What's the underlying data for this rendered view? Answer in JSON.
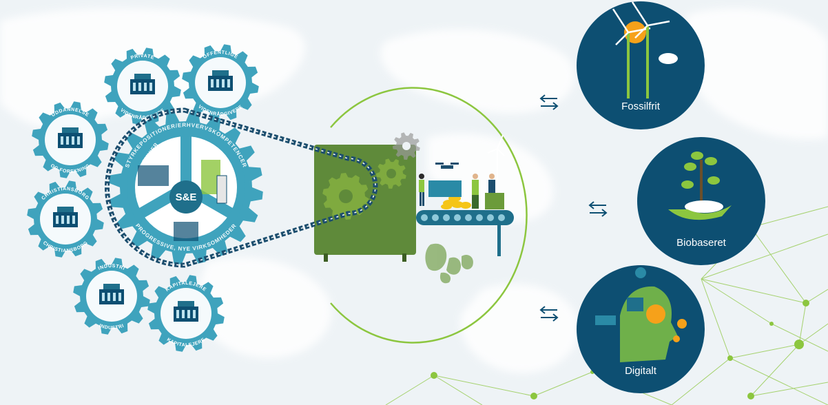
{
  "hub": {
    "label": "S&E"
  },
  "big_gear": {
    "left_label": "SMV'ER",
    "right_label": "STYRKEPOSITIONER/ERHVERVSKOMPETENCER",
    "bottom_label": "PROGRESSIVE, NYE VIRKSOMHEDER"
  },
  "small_gears": [
    {
      "top": "PRIVATE",
      "bottom": "VIDENRÅDGIVERE",
      "icon": "skyscraper-icon"
    },
    {
      "top": "OFFENTLIGE",
      "bottom": "VIDENRÅDGIVERE",
      "icon": "office-building-icon"
    },
    {
      "top": "UDDANNELSE",
      "bottom": "OG FORSKNING",
      "icon": "university-icon"
    },
    {
      "top": "CHRISTIANSBORG",
      "bottom": "CHRISTIANSBORG",
      "icon": "parliament-icon"
    },
    {
      "top": "INDUSTRI",
      "bottom": "INDUSTRI",
      "icon": "factory-icon"
    },
    {
      "top": "KAPITALEJERE",
      "bottom": "KAPITALEJERE",
      "icon": "safe-icon"
    }
  ],
  "outcomes": [
    {
      "label": "Fossilfrit",
      "icon": "wind-turbine-icon"
    },
    {
      "label": "Biobaseret",
      "icon": "plant-in-hand-icon"
    },
    {
      "label": "Digitalt",
      "icon": "digital-head-icon"
    }
  ],
  "colors": {
    "gear_blue": "#3fa3bd",
    "gear_dark": "#1f6f8b",
    "navy": "#0d4f72",
    "machine_green": "#5f8a3a",
    "gear_green": "#7faa3f",
    "accent_green": "#8cc63f",
    "chain": "#1c4e6e",
    "background": "#eef3f6"
  }
}
